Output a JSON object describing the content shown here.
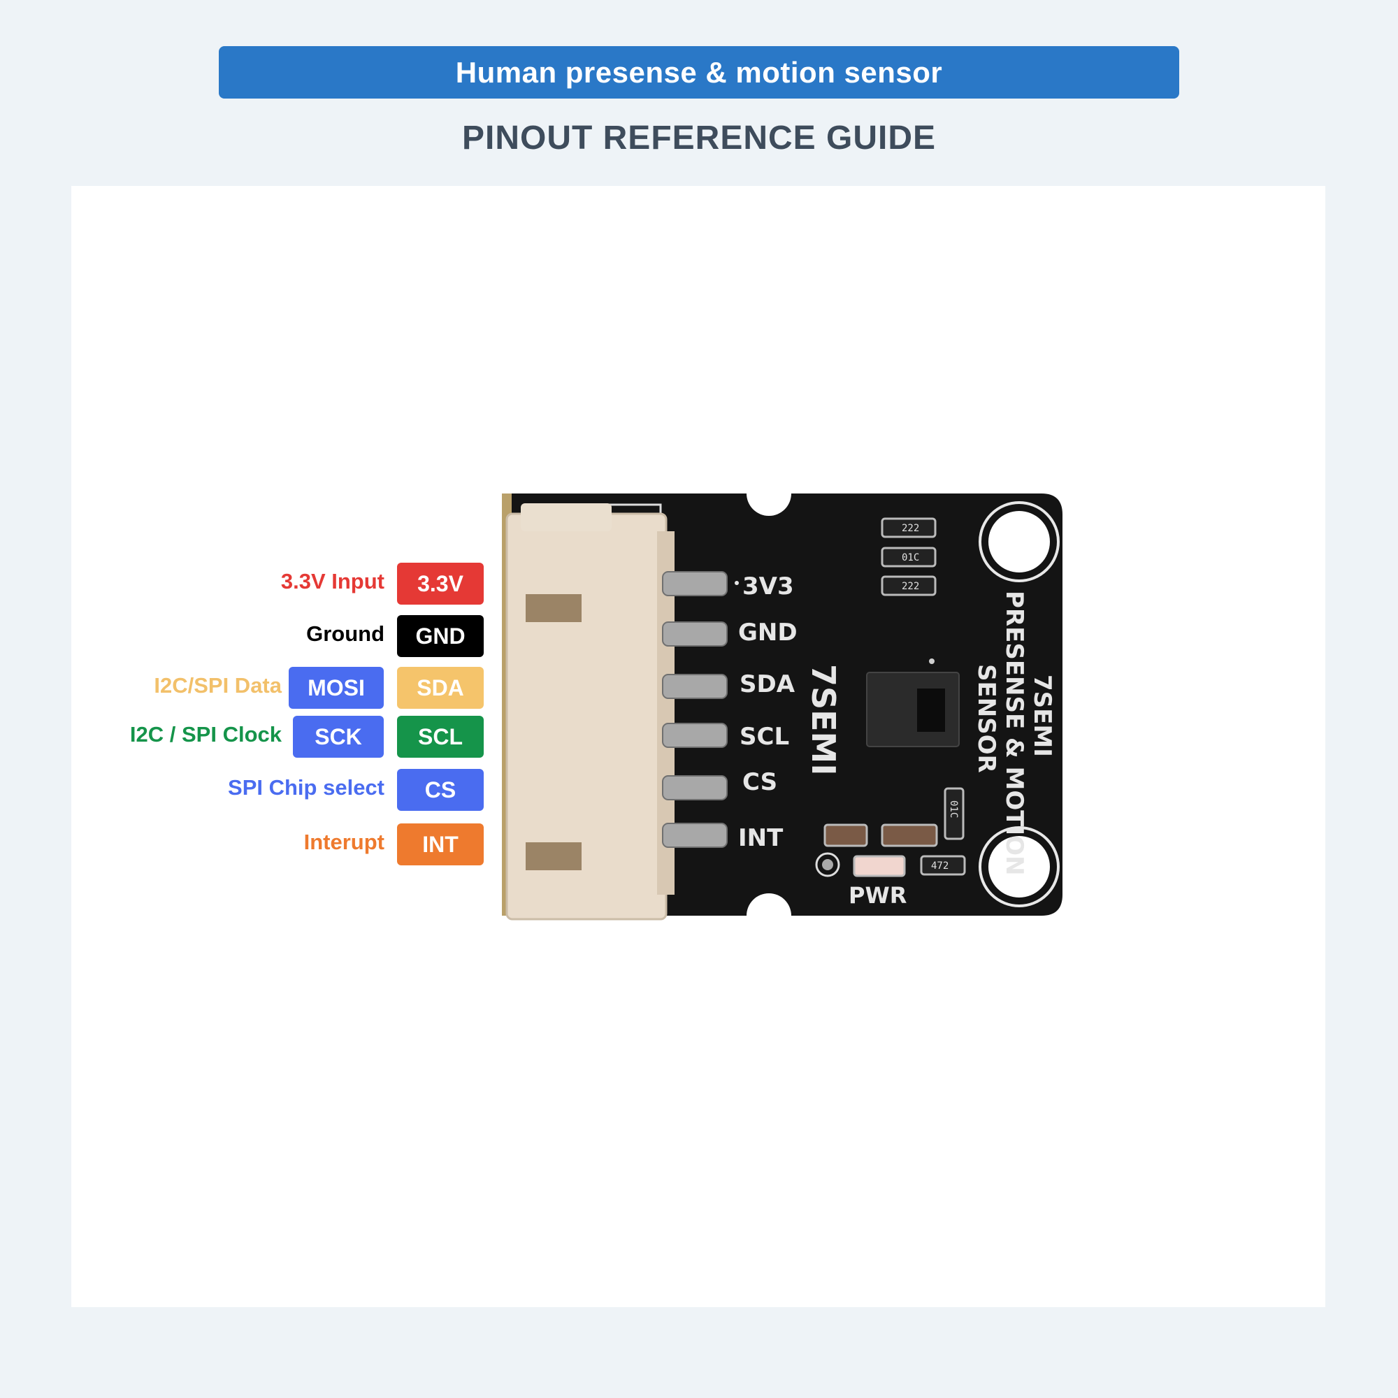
{
  "header": {
    "title": "Human presense & motion sensor",
    "subtitle": "PINOUT REFERENCE GUIDE"
  },
  "pins": [
    {
      "description": "3.3V Input",
      "badge": "3.3V",
      "color": "#e53935",
      "text_color": "#e53935",
      "secondary": null
    },
    {
      "description": "Ground",
      "badge": "GND",
      "color": "#000000",
      "text_color": "#000000",
      "secondary": null
    },
    {
      "description": "I2C/SPI Data",
      "badge": "SDA",
      "color": "#f5c46b",
      "text_color": "#f2c06a",
      "secondary": {
        "badge": "MOSI",
        "color": "#4a6cf0"
      }
    },
    {
      "description": "I2C / SPI Clock",
      "badge": "SCL",
      "color": "#15944a",
      "text_color": "#15944a",
      "secondary": {
        "badge": "SCK",
        "color": "#4a6cf0"
      }
    },
    {
      "description": "SPI Chip select",
      "badge": "CS",
      "color": "#4a6cf0",
      "text_color": "#4a6cf0",
      "secondary": null
    },
    {
      "description": "Interupt",
      "badge": "INT",
      "color": "#ee7a2e",
      "text_color": "#ee7a2e",
      "secondary": null
    }
  ],
  "board": {
    "silkscreen_pins": [
      "3V3",
      "GND",
      "SDA",
      "SCL",
      "CS",
      "INT"
    ],
    "brand": "7SEMI",
    "product_line1": "7SEMI",
    "product_line2": "PRESENSE & MOTION",
    "product_line3": "SENSOR",
    "pwr_label": "PWR",
    "resistor_codes": [
      "222",
      "01C",
      "222",
      "01C",
      "472"
    ]
  }
}
